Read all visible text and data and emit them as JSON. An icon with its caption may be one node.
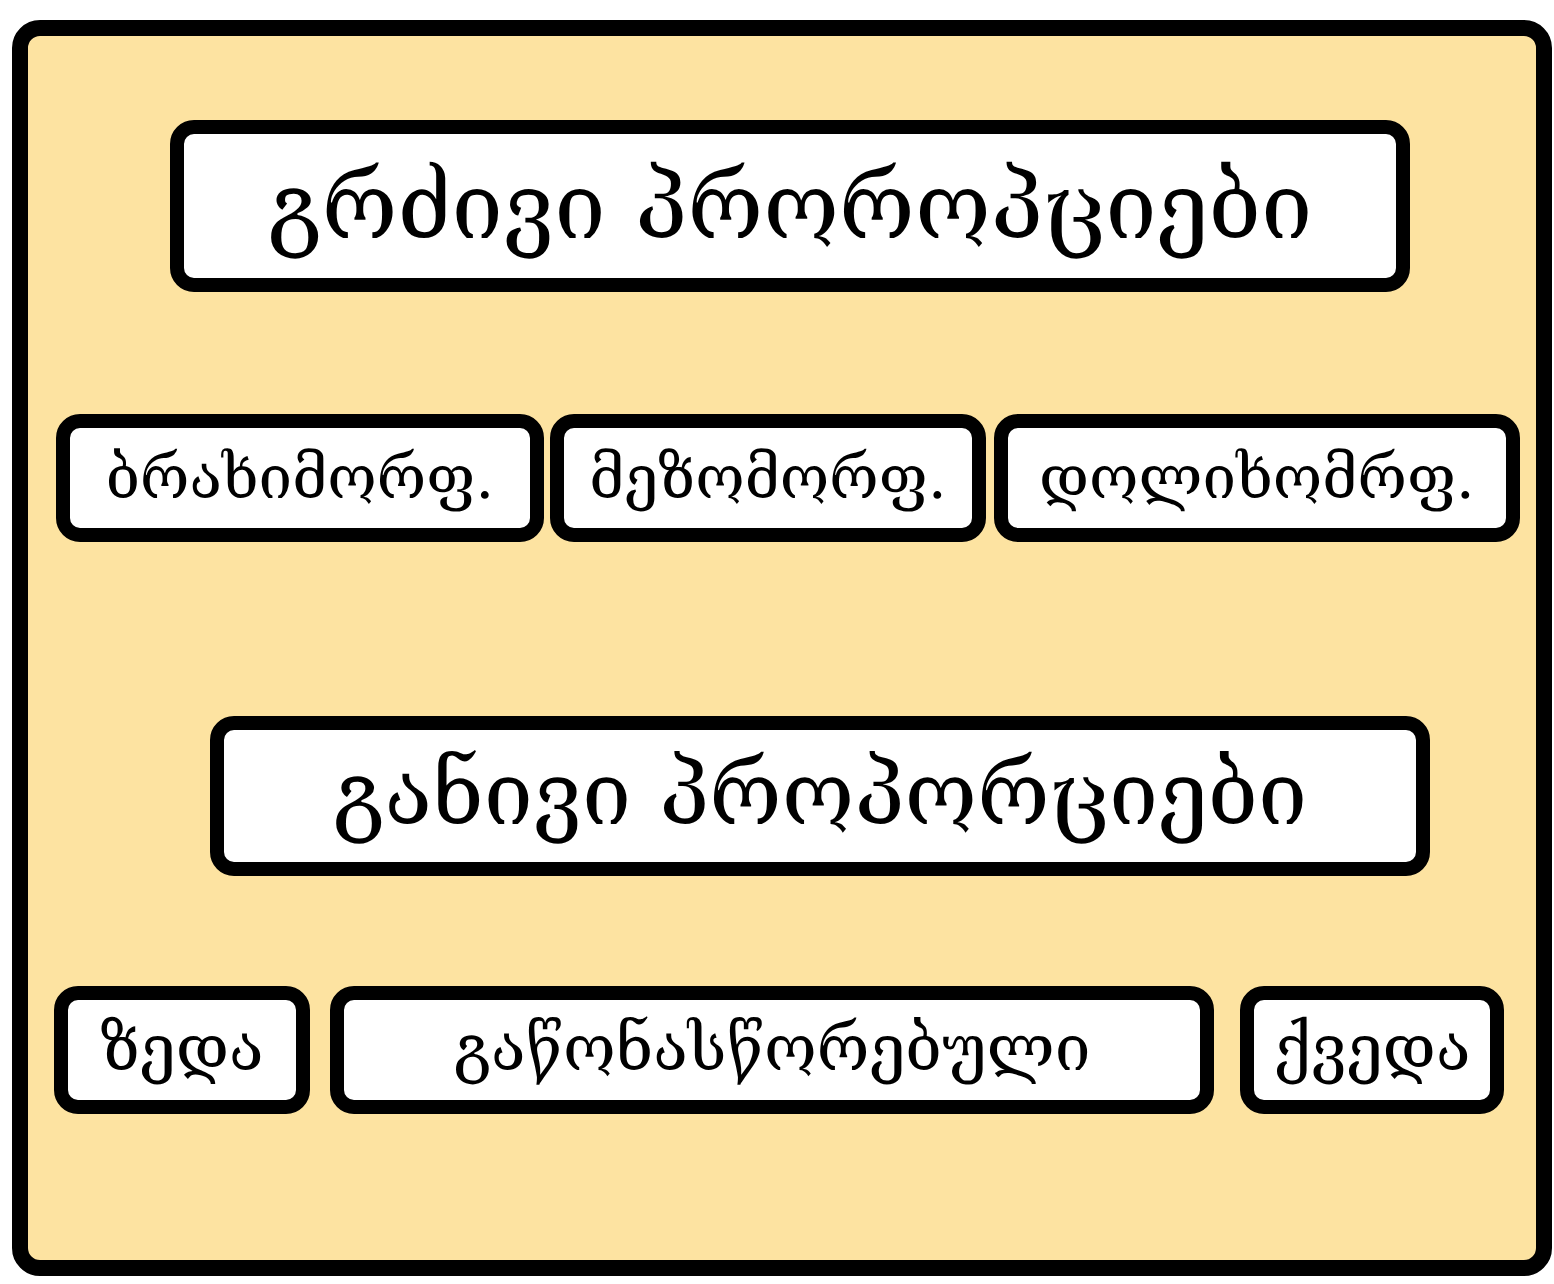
{
  "diagram": {
    "nodes": [
      {
        "text": [
          "გრძივი პროროპციები"
        ]
      },
      {
        "text": [
          "ბრახიმორფ."
        ]
      },
      {
        "text": [
          "მეზომორფ."
        ]
      },
      {
        "text": [
          "დოლიხომრფ."
        ]
      },
      {
        "text": [
          "განივი პროპორციები"
        ]
      },
      {
        "text": [
          "ზედა"
        ]
      },
      {
        "text": [
          "გაწონასწორებული"
        ]
      },
      {
        "text": [
          "ქვედა"
        ]
      }
    ]
  }
}
